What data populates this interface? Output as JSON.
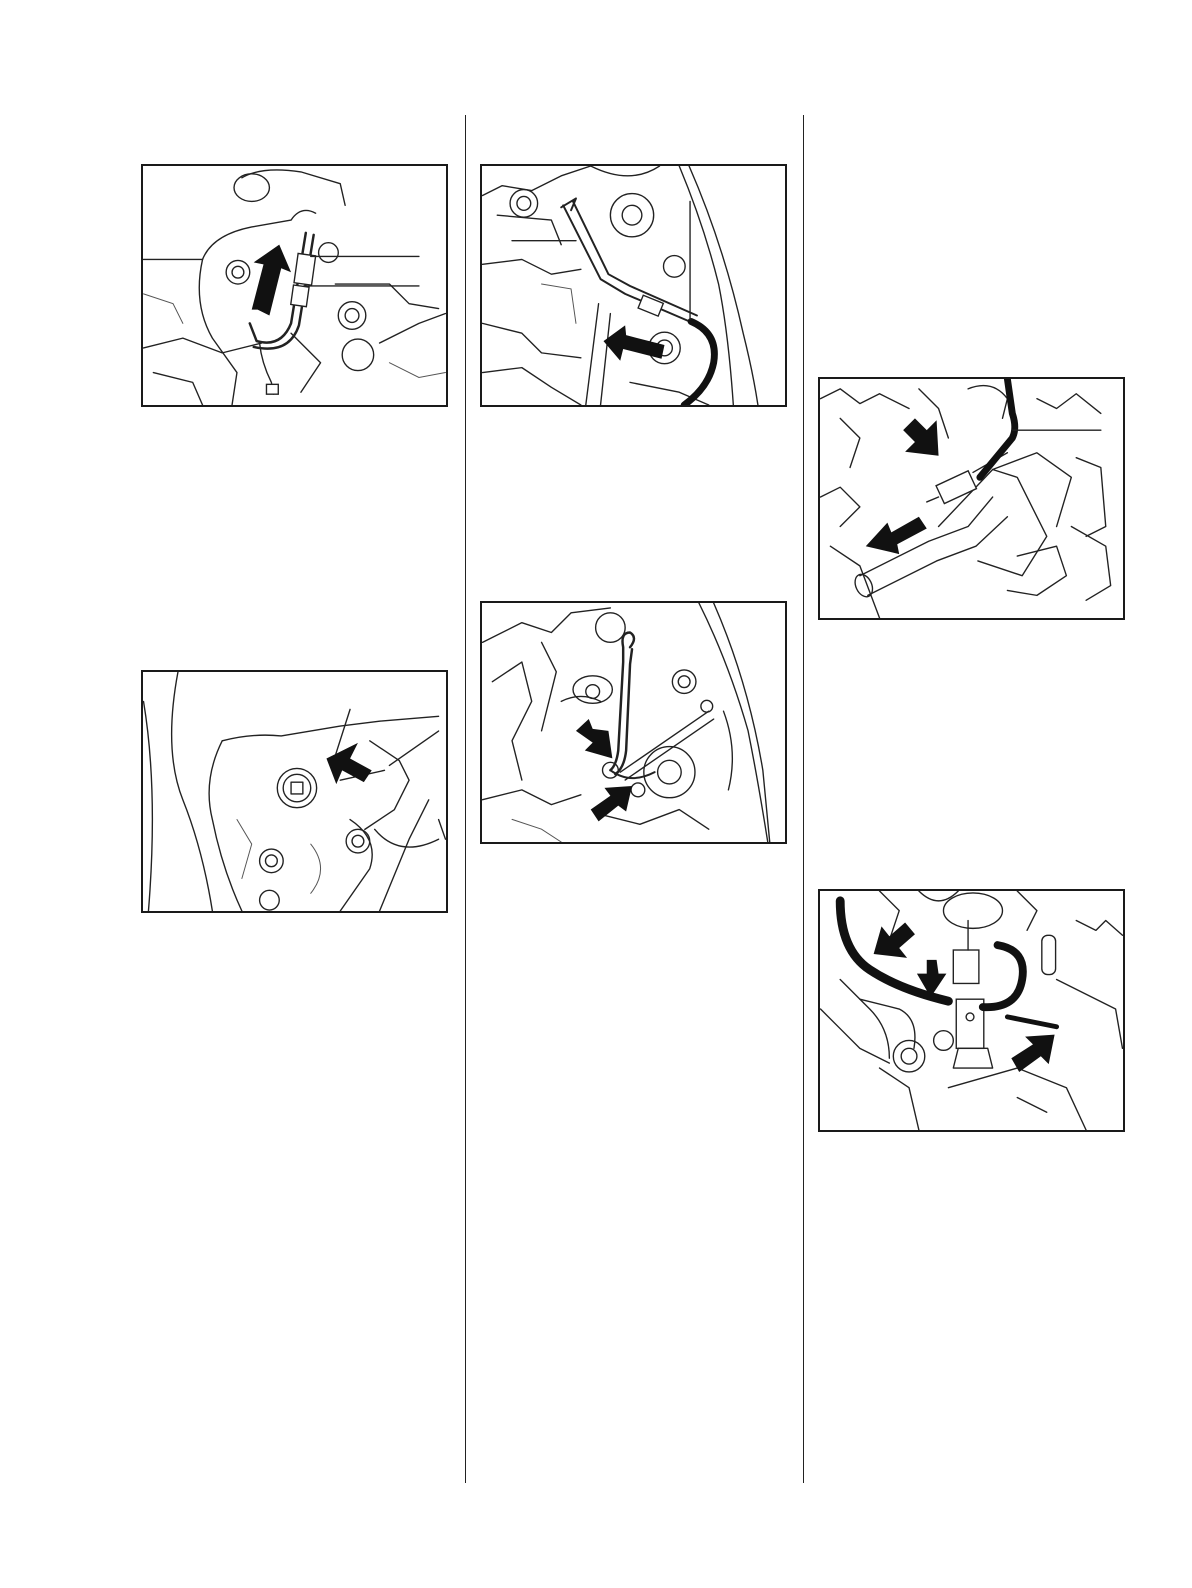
{
  "page": {
    "columns": 3,
    "figures": [
      {
        "id": "fig-1",
        "column": 1,
        "arrow_count": 1,
        "leader_lines": 2
      },
      {
        "id": "fig-2",
        "column": 1,
        "arrow_count": 1,
        "leader_lines": 1
      },
      {
        "id": "fig-3",
        "column": 2,
        "arrow_count": 1,
        "leader_lines": 2
      },
      {
        "id": "fig-4",
        "column": 2,
        "arrow_count": 2,
        "leader_lines": 0
      },
      {
        "id": "fig-5",
        "column": 3,
        "arrow_count": 2,
        "leader_lines": 1
      },
      {
        "id": "fig-6",
        "column": 3,
        "arrow_count": 3,
        "leader_lines": 1
      }
    ],
    "colors": {
      "line": "#222222",
      "arrow": "#111111",
      "frame": "#1a1a1a",
      "background": "#ffffff"
    }
  }
}
